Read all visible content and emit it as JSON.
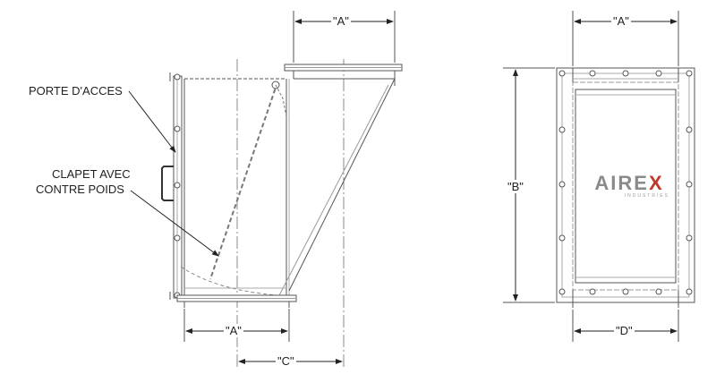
{
  "labels": {
    "access_door": "PORTE D'ACCES",
    "damper_line1": "CLAPET AVEC",
    "damper_line2": "CONTRE POIDS"
  },
  "dimensions": {
    "a_top_side": "\"A\"",
    "a_top_front": "\"A\"",
    "a_bottom_side": "\"A\"",
    "b_front": "\"B\"",
    "c_side": "\"C\"",
    "d_front": "\"D\""
  },
  "logo": {
    "brand_left": "AIRE",
    "brand_x": "X",
    "tagline": "INDUSTRIES",
    "x_color": "#c0392b",
    "brand_color": "#8a8a8a"
  }
}
